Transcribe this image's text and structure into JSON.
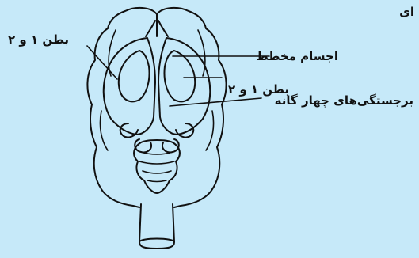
{
  "labels": {
    "corner": "ای",
    "left_ventricles": "بطن ۱ و ۲",
    "striatum": "اجسام مخطط",
    "center_ventricles": "بطن ۱ و ۲",
    "colliculi": "برجستگی‌های چهار گانه"
  },
  "colors": {
    "background": "#c6e9f9",
    "ink": "#111111"
  }
}
